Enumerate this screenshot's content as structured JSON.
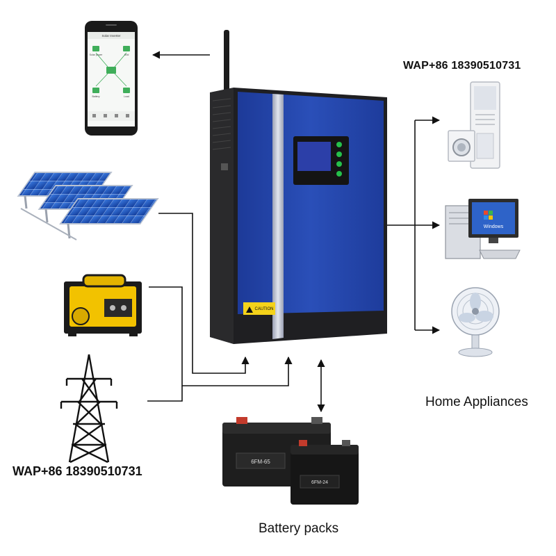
{
  "labels": {
    "wap_top": "WAP+86 18390510731",
    "wap_bottom": "WAP+86 18390510731",
    "home_appliances": "Home Appliances",
    "battery_packs": "Battery packs"
  },
  "inverter": {
    "caution_label": "CAUTION",
    "body_color": "#2446a8",
    "frame_color": "#1f1f22",
    "stripe_color": "#c5c9d6"
  },
  "battery": {
    "large_model": "6FM-65",
    "small_model": "6FM-24"
  },
  "phone_app": {
    "title": "Solar Inverter",
    "nodes": [
      "Solar power",
      "Grid",
      "Battery",
      "Load"
    ]
  },
  "appliances": {
    "monitor_text": "Windows"
  },
  "icons": [
    "phone-app-icon",
    "solar-panels-icon",
    "generator-icon",
    "power-tower-icon",
    "air-conditioner-icon",
    "washing-machine-icon",
    "desktop-computer-icon",
    "fan-icon",
    "battery-icon"
  ],
  "colors": {
    "arrow": "#111111",
    "solar_blue": "#1c57c4",
    "generator_yellow": "#f2c200",
    "lcd": "#2c3fa8"
  }
}
